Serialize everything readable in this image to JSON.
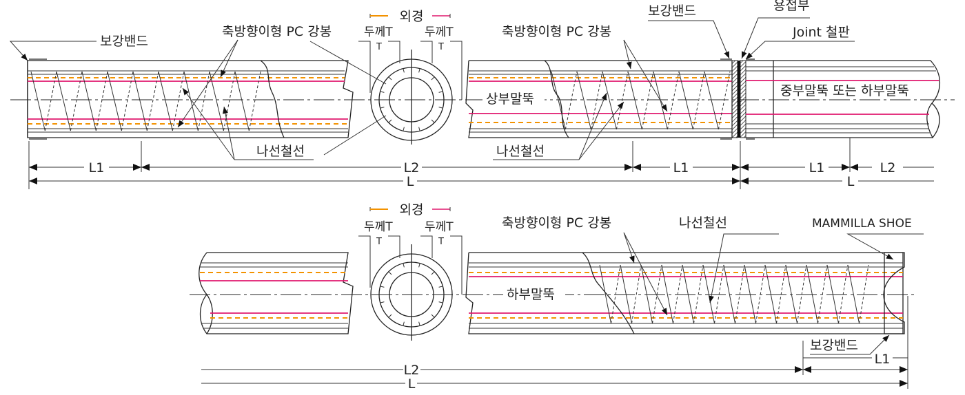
{
  "colors": {
    "strand": "#e0186e",
    "dashed_line": "#f39200",
    "line": "#222222"
  },
  "top": {
    "band_left": "보강밴드",
    "pc_bar_left": "축방향이형 PC 강봉",
    "spiral_left": "나선철선",
    "outer_diameter": "외경",
    "thickness_left": "두께T",
    "thickness_right": "두께T",
    "t_left": "T",
    "t_right": "T",
    "pc_bar_right": "축방향이형 PC 강봉",
    "upper_pile": "상부말뚝",
    "spiral_right": "나선철선",
    "band_right": "보강밴드",
    "weld": "용접부",
    "joint_plate": "Joint 철판",
    "middle_or_lower_pile": "중부말뚝 또는 하부말뚝",
    "dims": {
      "l1_a": "L1",
      "l2_a": "L2",
      "l1_b": "L1",
      "l1_c": "L1",
      "l2_c": "L2",
      "l_a": "L",
      "l_b": "L"
    }
  },
  "bottom": {
    "outer_diameter": "외경",
    "thickness_left": "두께T",
    "thickness_right": "두께T",
    "t_left": "T",
    "t_right": "T",
    "pc_bar": "축방향이형 PC 강봉",
    "spiral": "나선철선",
    "shoe": "MAMMILLA SHOE",
    "lower_pile": "하부말뚝",
    "band": "보강밴드",
    "dims": {
      "l1": "L1",
      "l2": "L2",
      "l": "L"
    }
  }
}
